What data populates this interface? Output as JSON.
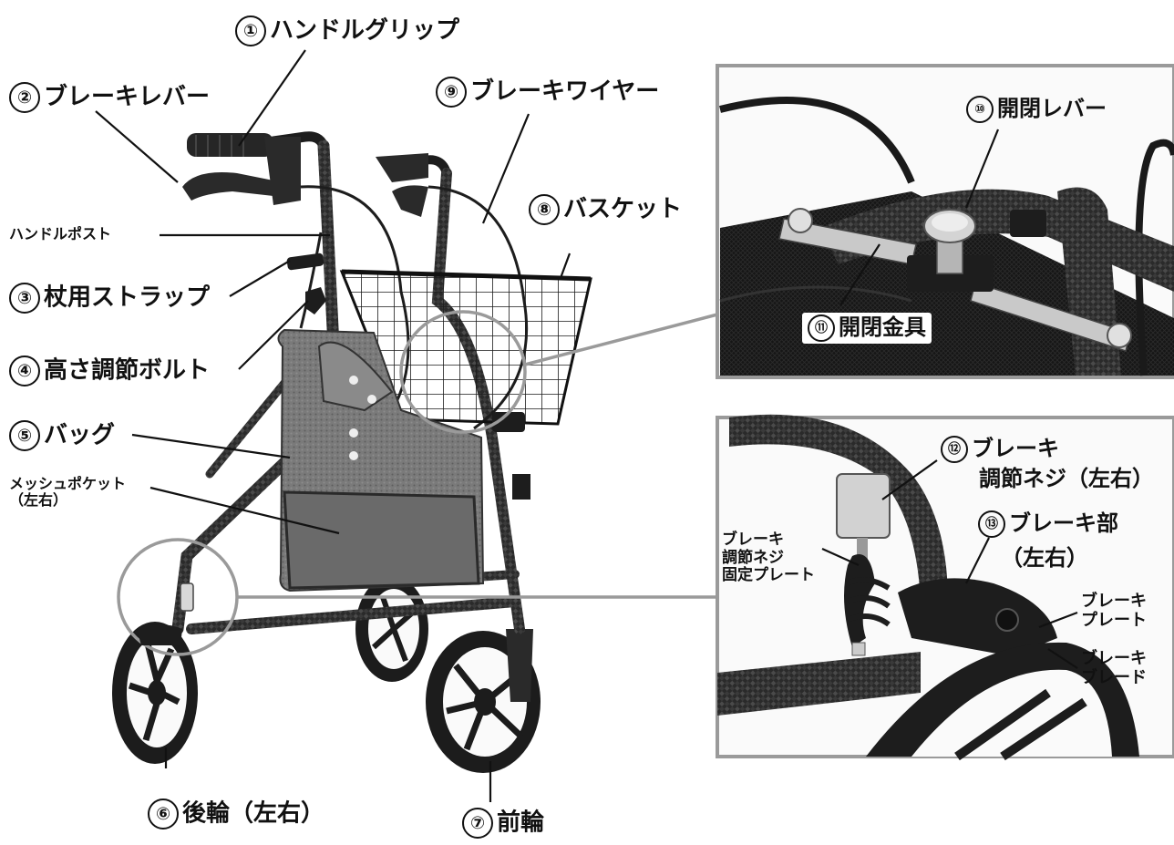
{
  "callouts": [
    {
      "num": "①",
      "text": "ハンドルグリップ"
    },
    {
      "num": "②",
      "text": "ブレーキレバー"
    },
    {
      "num": "③",
      "text": "杖用ストラップ"
    },
    {
      "num": "④",
      "text": "高さ調節ボルト"
    },
    {
      "num": "⑤",
      "text": "バッグ"
    },
    {
      "num": "⑥",
      "text": "後輪（左右）"
    },
    {
      "num": "⑦",
      "text": "前輪"
    },
    {
      "num": "⑧",
      "text": "バスケット"
    },
    {
      "num": "⑨",
      "text": "ブレーキワイヤー"
    },
    {
      "num": "⑩",
      "text": "開閉レバー"
    },
    {
      "num": "⑪",
      "text": "開閉金具"
    },
    {
      "num": "⑫",
      "text": "ブレーキ",
      "text2": "調節ネジ（左右）"
    },
    {
      "num": "⑬",
      "text": "ブレーキ部",
      "text2": "（左右）"
    }
  ],
  "plain_labels": {
    "handle_post": "ハンドルポスト",
    "mesh_pocket": "メッシュポケット",
    "mesh_pocket_sub": "（左右）",
    "brake_screw_plate": [
      "ブレーキ",
      "調節ネジ",
      "固定プレート"
    ],
    "brake_plate": [
      "ブレーキ",
      "プレート"
    ],
    "brake_blade": [
      "ブレーキ",
      "ブレード"
    ]
  },
  "colors": {
    "ink": "#111111",
    "zoom_ring": "#9a9a9a",
    "frame": "#1d1d1d",
    "bag": "#6f6f6f"
  }
}
